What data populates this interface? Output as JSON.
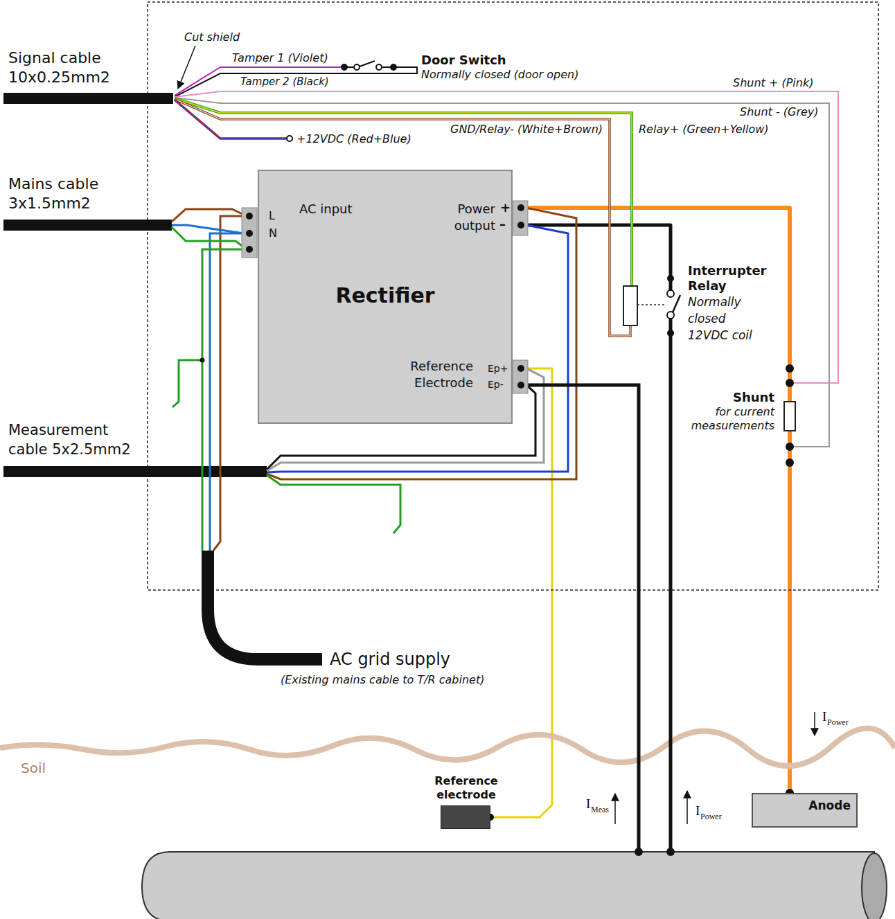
{
  "diagram": {
    "nodes": [
      {
        "text": [
          "Door Switch",
          "Normally closed (door open)"
        ]
      },
      {
        "text": [
          "AC input",
          "Power output",
          "Rectifier",
          "Reference Electrode"
        ]
      },
      {
        "text": [
          "Interrupter Relay",
          "Normally closed 12VDC coil"
        ]
      },
      {
        "text": [
          "Shunt",
          "for current measurements"
        ]
      },
      {
        "text": [
          "Reference electrode"
        ]
      },
      {
        "text": [
          "Anode"
        ]
      }
    ],
    "edges": [
      {
        "from": 1,
        "to": 4,
        "arrow": "none"
      },
      {
        "from": 1,
        "to": 3,
        "arrow": "none"
      },
      {
        "from": 3,
        "to": 5,
        "arrow": "none"
      },
      {
        "from": 1,
        "to": 2,
        "arrow": "none"
      }
    ],
    "labels": [
      "Signal cable 10x0.25mm2",
      "Mains cable 3x1.5mm2",
      "Measurement cable 5x2.5mm2",
      "Cut shield",
      "Tamper 1 (Violet)",
      "Tamper 2 (Black)",
      "Shunt + (Pink)",
      "Shunt - (Grey)",
      "GND/Relay- (White+Brown)",
      "Relay+ (Green+Yellow)",
      "+12VDC (Red+Blue)",
      "L",
      "N",
      "+",
      "–",
      "Ep+",
      "Ep-",
      "AC grid supply",
      "(Existing mains cable to T/R cabinet)",
      "Soil",
      "I",
      "Meas",
      "I",
      "Power",
      "I",
      "Power"
    ]
  }
}
